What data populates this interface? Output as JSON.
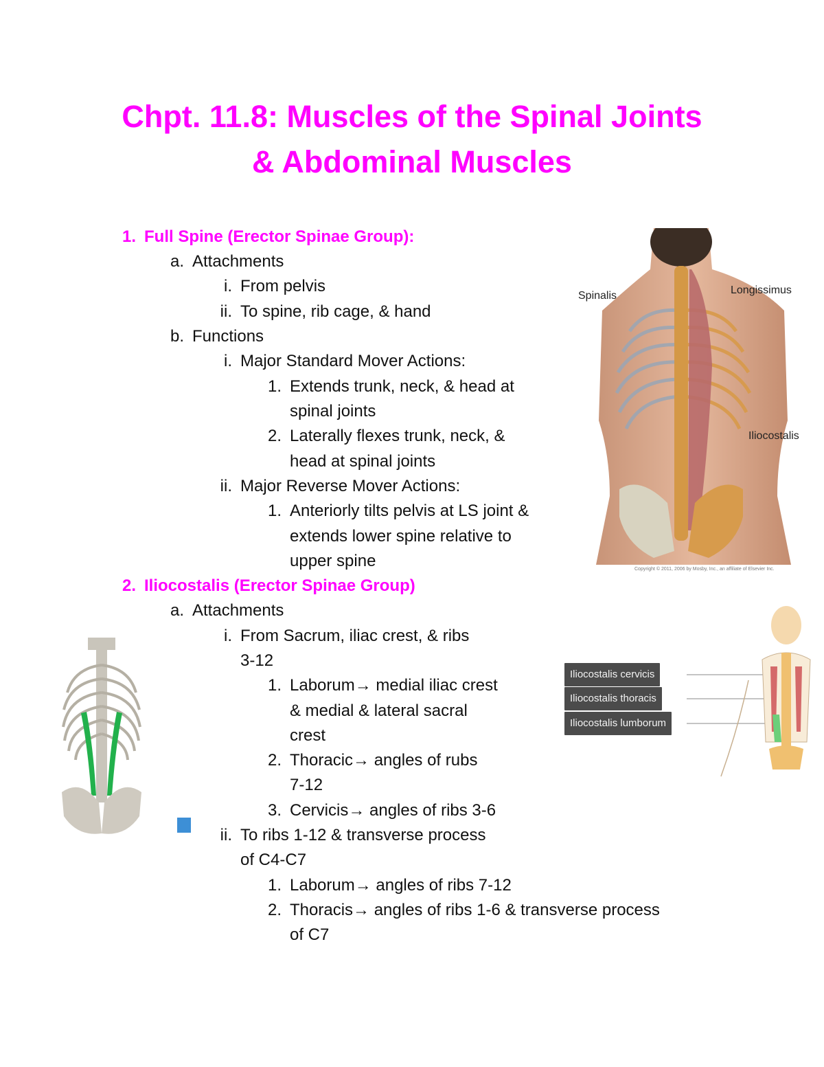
{
  "title": {
    "line1": "Chpt. 11.8: Muscles of the Spinal Joints",
    "line2": "& Abdominal Muscles"
  },
  "sections": [
    {
      "marker": "1.",
      "heading": "Full Spine (Erector Spinae Group):",
      "a_marker": "a.",
      "a_label": "Attachments",
      "a_items": [
        {
          "marker": "i.",
          "text": "From pelvis"
        },
        {
          "marker": "ii.",
          "text": "To spine, rib cage, & hand"
        }
      ],
      "b_marker": "b.",
      "b_label": "Functions",
      "b_i_marker": "i.",
      "b_i_label": "Major Standard Mover Actions:",
      "b_i_1_marker": "1.",
      "b_i_1_line1": "Extends trunk, neck, & head at",
      "b_i_1_line2": "spinal joints",
      "b_i_2_marker": "2.",
      "b_i_2_line1": "Laterally flexes trunk, neck, &",
      "b_i_2_line2": "head at spinal joints",
      "b_ii_marker": "ii.",
      "b_ii_label": "Major Reverse Mover Actions:",
      "b_ii_1_marker": "1.",
      "b_ii_1_line1": "Anteriorly tilts pelvis at LS joint &",
      "b_ii_1_line2": "extends lower spine relative to",
      "b_ii_1_line3": "upper spine"
    },
    {
      "marker": "2.",
      "heading": "Iliocostalis (Erector Spinae Group)",
      "a_marker": "a.",
      "a_label": "Attachments",
      "a_i_marker": "i.",
      "a_i_line1": "From Sacrum, iliac crest, & ribs",
      "a_i_line2": "3-12",
      "a_i_1_marker": "1.",
      "a_i_1_line1": "Laborum→ medial iliac crest",
      "a_i_1_line2": "& medial & lateral sacral",
      "a_i_1_line3": "crest",
      "a_i_2_marker": "2.",
      "a_i_2_line1": "Thoracic→ angles of rubs",
      "a_i_2_line2": "7-12",
      "a_i_3_marker": "3.",
      "a_i_3_line1": "Cervicis→ angles of ribs 3-6",
      "a_ii_marker": "ii.",
      "a_ii_line1": "To ribs 1-12 & transverse process",
      "a_ii_line2": "of C4-C7",
      "a_ii_1_marker": "1.",
      "a_ii_1_line1": "Laborum→ angles of ribs 7-12",
      "a_ii_2_marker": "2.",
      "a_ii_2_line1": "Thoracis→ angles of ribs 1-6 & transverse process",
      "a_ii_2_line2": "of C7"
    }
  ],
  "figure_back": {
    "labels": {
      "spinalis": "Spinalis",
      "longissimus": "Longissimus",
      "iliocostalis": "Iliocostalis"
    },
    "copyright": "Copyright © 2011, 2006 by Mosby, Inc., an affiliate of Elsevier Inc."
  },
  "figure_iliocostalis": {
    "labels": [
      "Iliocostalis cervicis",
      "Iliocostalis thoracis",
      "Iliocostalis lumborum"
    ]
  },
  "colors": {
    "heading": "#ff00ff",
    "muscle_green": "#22b14c",
    "label_box": "#4b4b4b"
  }
}
